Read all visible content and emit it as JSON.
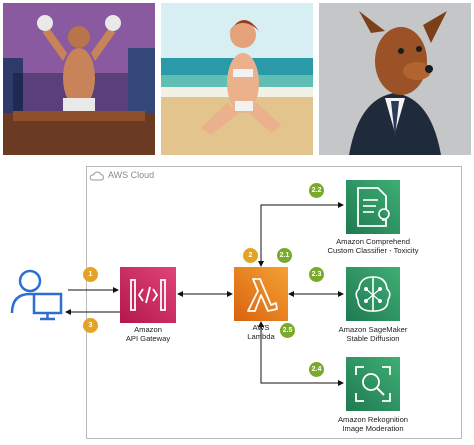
{
  "cloud": {
    "label": "AWS Cloud"
  },
  "nodes": {
    "api_gateway": {
      "line1": "Amazon",
      "line2": "API Gateway"
    },
    "lambda": {
      "line1": "AWS",
      "line2": "Lambda"
    },
    "comprehend": {
      "line1": "Amazon Comprehend",
      "line2": "Custom Classifier - Toxicity"
    },
    "sagemaker": {
      "line1": "Amazon SageMaker",
      "line2": "Stable Diffusion"
    },
    "rekognition": {
      "line1": "Amazon Rekognition",
      "line2": "Image Moderation"
    }
  },
  "steps": {
    "s1": "1",
    "s2": "2",
    "s3": "3",
    "s21": "2.1",
    "s22": "2.2",
    "s23": "2.3",
    "s24": "2.4",
    "s25": "2.5"
  },
  "colors": {
    "api_gateway": "#c7255a",
    "lambda": "#e2781a",
    "ml_service": "#2f8f5f",
    "step_orange": "#e5a325",
    "step_green": "#7aaa2c",
    "user": "#2d6fd1"
  },
  "images": [
    "boxer-illustration",
    "beach-woman-illustration",
    "dog-in-suit-illustration"
  ]
}
